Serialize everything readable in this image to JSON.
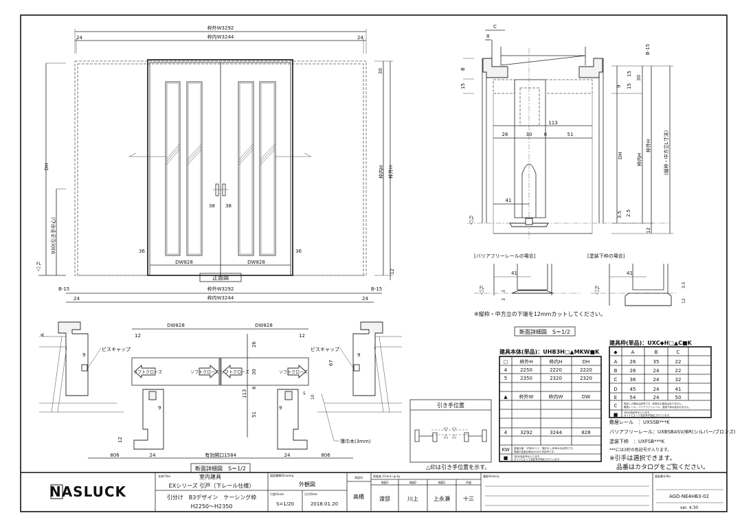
{
  "front_elevation": {
    "outer_width": "枠外W3292",
    "inner_width": "枠内W3244",
    "side_24": "24",
    "dim_30": "30",
    "dim_12": "12",
    "dh": "DH",
    "inner_h": "枠内H",
    "outer_h": "枠外H",
    "handle_height": "930(引き手中心)",
    "fl": "FL",
    "handle_offset": "38",
    "stile": "36",
    "door_width": "DW828",
    "caption": "正面図"
  },
  "plan_section": {
    "b15": "B-15",
    "outer_width": "枠外W3292",
    "inner_width": "枠内W3244",
    "side_24": "24",
    "door_width": "DW828",
    "dim_12": "12",
    "dim_9": "9",
    "dim_a": "A",
    "dim_67": "67",
    "dim_26": "26",
    "dim_30": "30",
    "dim_6": "6",
    "dim_113": "113",
    "dim_51": "51",
    "dim_5": "5",
    "dim_10": "10",
    "screw_cap": "ビスキャップ",
    "shim": "薄巾木(3mm)",
    "soft_close": "ソフトクローズ",
    "side_806": "806",
    "opening": "有効開口1584",
    "caption": "断面詳細図　S＝1/2"
  },
  "vertical_section": {
    "dim_c": "C",
    "dim_8": "8",
    "dim_b": "B",
    "dim_15": "15",
    "dim_9": "9",
    "dim_30": "30",
    "b15": "B-15",
    "dim_113": "113",
    "dim_26": "26",
    "dim_30b": "30",
    "dim_6": "6",
    "dim_51": "51",
    "dim_41": "41",
    "dh": "DH",
    "inner_h": "枠内H",
    "outer_h": "枠外H",
    "jamb_note": "(縦枠・中方立L寸法)",
    "dim_35": "3.5",
    "dim_25": "2.5",
    "dim_12": "12",
    "fl": "FL"
  },
  "bottom_details": {
    "barrier_free_title": "[バリアフリーレールの場合]",
    "painted_title": "[塗装下枠の場合]",
    "dim_41": "41",
    "dim_3": "3",
    "dim_35": "3.5",
    "dim_12": "12",
    "fl": "FL",
    "note": "※縦枠・中方立の下端を12mmカットしてください。",
    "caption": "断面詳細図　S＝1/2"
  },
  "pull_position": {
    "title": "引き手位置",
    "caption": "△印は引き手位置を示す。"
  },
  "door_table": {
    "title": "建具本体(単品)：UHB3H□▲MKW■K",
    "header_h": [
      "□",
      "枠外H",
      "枠内H",
      "DH"
    ],
    "rows_h": [
      [
        "4",
        "2250",
        "2220",
        "2220"
      ],
      [
        "5",
        "2350",
        "2320",
        "2320"
      ]
    ],
    "header_w": [
      "▲",
      "枠外W",
      "枠内W",
      "DW"
    ],
    "rows_w": [
      [
        "4",
        "3292",
        "3244",
        "828"
      ]
    ],
    "note_kw_key": "KW",
    "note_kw": "塗装仕様、3方枠ガイド、指定なし(本体のみ)記号です。",
    "note_kw2": "表面の塗装仕様は2/0のため記号です。",
    "note_sq_key": "■",
    "note_sq": "3桁の色記号が入ります。",
    "note_sq2": "ガイドによって色記号が指定されています。"
  },
  "frame_table": {
    "title": "建具枠(単品)：UXC◆H□▲C■K",
    "header": [
      "◆",
      "A",
      "B",
      "C"
    ],
    "rows": [
      [
        "A",
        "26",
        "35",
        "22"
      ],
      [
        "B",
        "26",
        "24",
        "22"
      ],
      [
        "C",
        "36",
        "24",
        "32"
      ],
      [
        "D",
        "45",
        "24",
        "41"
      ],
      [
        "E",
        "54",
        "24",
        "50"
      ]
    ],
    "note_c_key": "C",
    "note_c": "指定しの場合は記号です。枠表示の部品はありません。",
    "note_c2": "敷居レール、バリアフリーレール、塗装下枠は含まれません。",
    "note_sq_key": "■",
    "note_sq": "3桁の色記号が入ります。",
    "note_sq2": "ガイドによって色記号が指定されています。"
  },
  "parts": {
    "sill_rail": "敷居レール　：UXSSB***K",
    "barrier_free_rail": "バリアフリーレール：UXBSBASV/BR(シルバー/ブロンズ)",
    "painted_sill": "塗装下枠　：UXFSB***K",
    "color_note": "***には3桁の色記号が入ります。",
    "handle_note": "※引手は選択できます。",
    "catalog_note": "品番はカタログをご覧ください。"
  },
  "title_block": {
    "logo": "NASLUCK",
    "title_label": "名称/Title",
    "title_1": "室内建具",
    "title_2": "EXシリーズ 引戸（下レール仕様）",
    "title_3": "引分け　B3デザイン　ケーシング枠",
    "title_4": "H2250〜H2350",
    "drawing_label": "図面種類/Drawing",
    "drawing": "外観図",
    "scale_label": "尺度/Scale",
    "scale": "S=1/20",
    "date_label": "日付/Date",
    "date": "2018.01.20",
    "approval_label": "承認印",
    "approval": "高橋",
    "check_label": "照査者 /Check up by",
    "checkers": [
      {
        "role": "検図3",
        "name": "渡部"
      },
      {
        "role": "検図2",
        "name": "川上"
      },
      {
        "role": "検図1",
        "name": "上永瀬"
      },
      {
        "role": "作図",
        "name": "十三"
      }
    ],
    "history_label": "履歴/History",
    "number_label": "図面番号/No.",
    "number": "AGD-NE4HB3-02",
    "version": "ver. 4.30"
  }
}
